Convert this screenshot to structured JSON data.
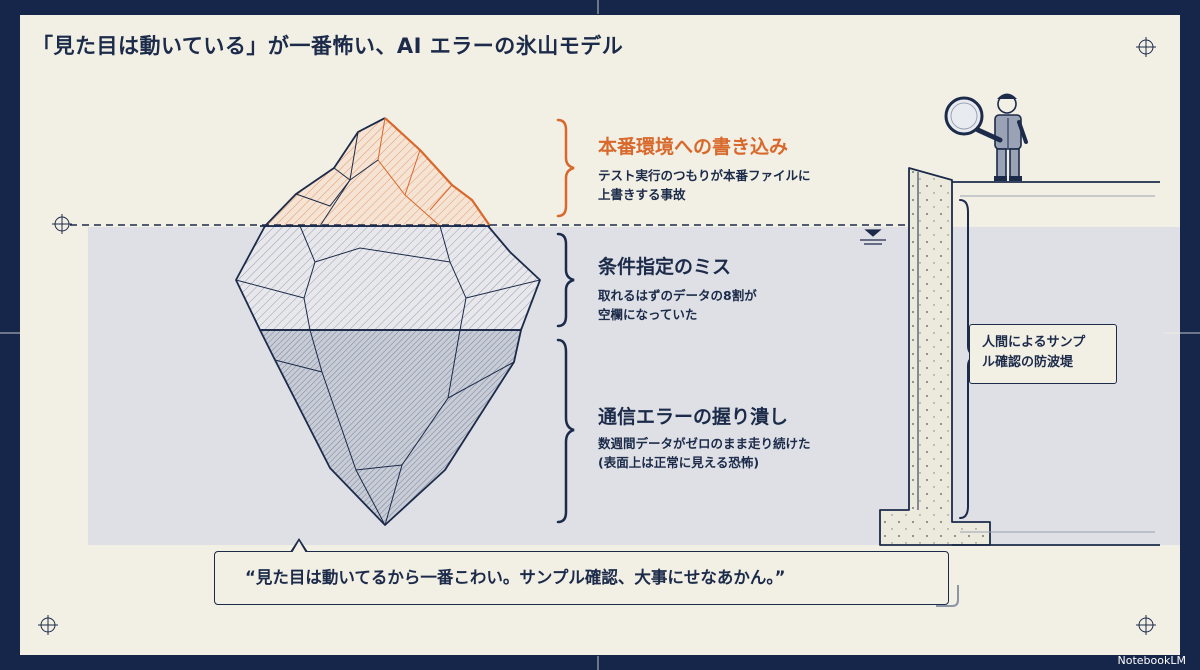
{
  "title": "「見た目は動いている」が一番怖い、AI エラーの氷山モデル",
  "levels": [
    {
      "title": "本番環境への書き込み",
      "desc_line1": "テスト実行のつもりが本番ファイルに",
      "desc_line2": "上書きする事故",
      "color": "#d8682b"
    },
    {
      "title": "条件指定のミス",
      "desc_line1": "取れるはずのデータの8割が",
      "desc_line2": "空欄になっていた",
      "color": "#1c2b4a"
    },
    {
      "title": "通信エラーの握り潰し",
      "desc_line1": "数週間データがゼロのまま走り続けた",
      "desc_line2": "(表面上は正常に見える恐怖)",
      "color": "#1c2b4a"
    }
  ],
  "seawall": {
    "label_line1": "人間によるサンプ",
    "label_line2": "ル確認の防波堤"
  },
  "quote": "“見た目は動いてるから一番こわい。サンプル確認、大事にせなあかん。”",
  "brand": "NotebookLM",
  "colors": {
    "navy": "#1c2b4a",
    "orange": "#d8682b",
    "paper": "#f2efe4",
    "water": "#dfe0e6",
    "frame": "#15264a"
  },
  "icons": {
    "magnifier": "magnifying-glass-icon",
    "inspector": "inspector-figure-icon",
    "water_level": "water-level-icon",
    "crosshair": "crosshair-icon"
  }
}
